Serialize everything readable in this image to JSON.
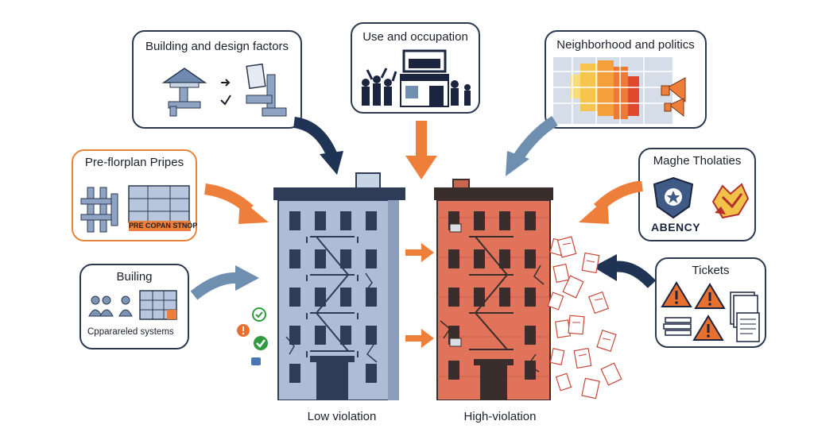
{
  "boxes": {
    "building_design": {
      "title": "Building and design factors"
    },
    "use_occupation": {
      "title": "Use and occupation"
    },
    "neighborhood": {
      "title": "Neighborhood and politics"
    },
    "pre_floorplan": {
      "title": "Pre-florplan Pripes",
      "stamp": "PRE COPAN STNOP"
    },
    "maghe": {
      "title": "Maghe Tholaties",
      "stamp": "ABENCY"
    },
    "builing": {
      "title": "Builing",
      "subtitle": "Cpparareled systems"
    },
    "tickets": {
      "title": "Tickets"
    }
  },
  "buildings": {
    "low": {
      "label": "Low violation",
      "wall_color": "#aebcd6",
      "roof_color": "#2f3c58"
    },
    "high": {
      "label": "High-violation",
      "wall_color": "#e0735a",
      "roof_color": "#3a2e2c"
    }
  },
  "colors": {
    "navy": "#1f3354",
    "orange": "#ee7f3b",
    "steel_blue": "#6f8fb0",
    "alert": "#e8702f",
    "check": "#2f9a3f"
  }
}
